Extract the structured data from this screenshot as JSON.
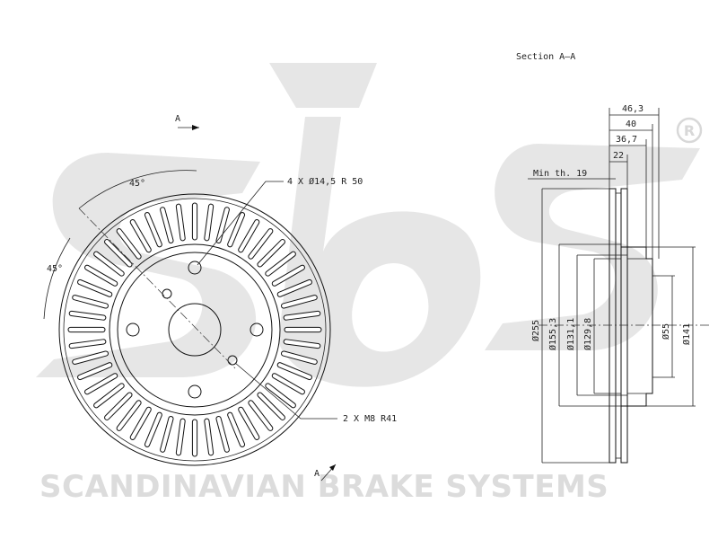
{
  "watermark": {
    "brand": "SCANDINAVIAN BRAKE SYSTEMS",
    "logo_text": "sbs",
    "registered_mark": "®"
  },
  "view_labels": {
    "section_title": "Section A–A",
    "arrow_top": "A",
    "arrow_bottom": "A"
  },
  "front_view": {
    "bolt_holes_label": "4 X Ø14,5   R 50",
    "thread_holes_label": "2 X M8   R41",
    "angle_top": "45°",
    "angle_left": "45°",
    "vent_count": 48
  },
  "section_view": {
    "dim_463": "46,3",
    "dim_40": "40",
    "dim_367": "36,7",
    "dim_22": "22",
    "min_thickness": "Min th. 19",
    "dia_255": "Ø255",
    "dia_1553": "Ø155,3",
    "dia_1311": "Ø131,1",
    "dia_1298": "Ø129,8",
    "dia_55": "Ø55",
    "dia_141": "Ø141"
  }
}
